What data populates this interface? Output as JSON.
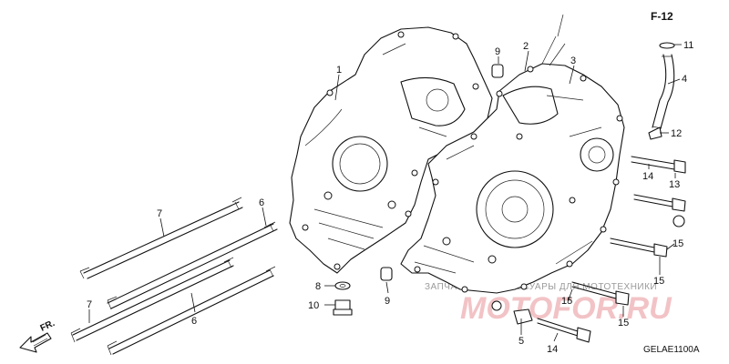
{
  "diagram": {
    "ref_label": "F-12",
    "code": "GELAE1100A",
    "direction_label": "FR.",
    "callouts": {
      "c1": "1",
      "c2": "2",
      "c3": "3",
      "c4": "4",
      "c5": "5",
      "c6a": "6",
      "c6b": "6",
      "c7a": "7",
      "c7b": "7",
      "c8": "8",
      "c9a": "9",
      "c9b": "9",
      "c10": "10",
      "c11": "11",
      "c12": "12",
      "c13": "13",
      "c14a": "14",
      "c14b": "14",
      "c15a": "15",
      "c15b": "15",
      "c15c": "15",
      "c15d": "15"
    }
  },
  "watermark": {
    "tagline": "ЗАПЧАСТИ И АКСЕССУАРЫ ДЛЯ МОТОТЕХНИКИ",
    "logo": "MOTOFOR.RU"
  },
  "colors": {
    "line": "#111111",
    "background": "#ffffff",
    "watermark": "#f0b9bd"
  }
}
